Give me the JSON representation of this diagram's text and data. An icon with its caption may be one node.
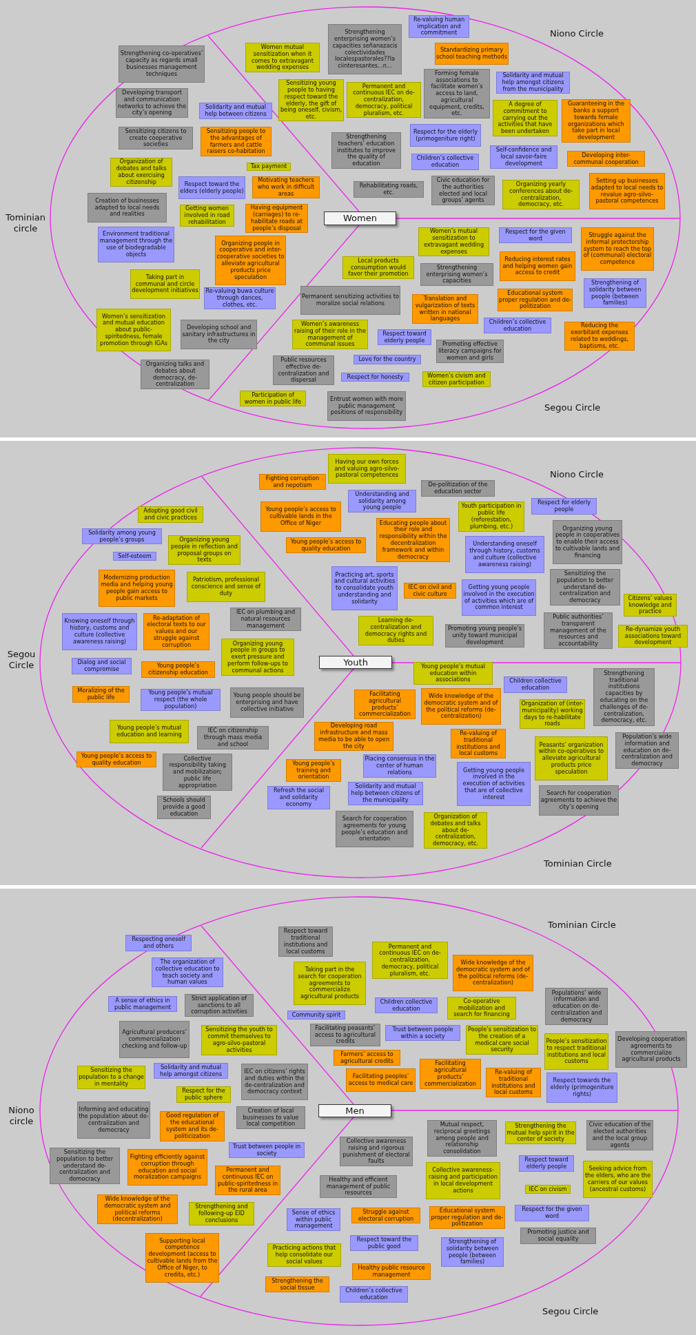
{
  "diagram": {
    "nodes": [
      {
        "text": [
          "Women"
        ]
      },
      {
        "text": [
          "Strengthening co-operatives’ capacity as regards small businesses management techniques"
        ]
      },
      {
        "text": [
          "Women mutual sensitization when it comes to extravagant wedding expenses"
        ]
      },
      {
        "text": [
          "Strengthening enterprising women’s capacities señanazacis colectividades localespastorales??la ciinteresantes...n..."
        ]
      },
      {
        "text": [
          "Re-valuing human implication and commitment"
        ]
      },
      {
        "text": [
          "Standardizing primary school teaching methods"
        ]
      },
      {
        "text": [
          "Developing transport and communication networks to achieve the city’s opening"
        ]
      },
      {
        "text": [
          "Sensitizing young people to having respect toward the elderly, the gift of being oneself, civism, etc."
        ]
      },
      {
        "text": [
          "Permanent and continuous IEC on de-centralization, democracy, political pluralism, etc."
        ]
      },
      {
        "text": [
          "Forming female associations to facilitate women’s access to land, agricultural equipment, credits, etc."
        ]
      },
      {
        "text": [
          "Solidarity and mutual help amongst citizens from the municipality"
        ]
      },
      {
        "text": [
          "Solidarity and mutual help between citizens"
        ]
      },
      {
        "text": [
          "A degree of commitment to carrying out the activities that have been undertaken"
        ]
      },
      {
        "text": [
          "Guaranteeing in the banks a support towards female organizations which take part in local development"
        ]
      },
      {
        "text": [
          "Sensitizing citizens to create cooperative societies"
        ]
      },
      {
        "text": [
          "Sensitizing people to the advantages of farmers and cattle raisers co-habitation"
        ]
      },
      {
        "text": [
          "Strengthening teachers’ education institutes to improve the quality of education"
        ]
      },
      {
        "text": [
          "Respect for the elderly (primogeniture right)"
        ]
      },
      {
        "text": [
          "Children’s collective education"
        ]
      },
      {
        "text": [
          "Self-confidence and local savoir-faire development"
        ]
      },
      {
        "text": [
          "Developing inter-communal cooperation"
        ]
      },
      {
        "text": [
          "Organization of debates and talks about exercising citizenship"
        ]
      },
      {
        "text": [
          "Tax payment"
        ]
      },
      {
        "text": [
          "Respect toward the elders (elderly people)"
        ]
      },
      {
        "text": [
          "Motivating teachers who work in difficult areas"
        ]
      },
      {
        "text": [
          "Rehabilitating roads, etc."
        ]
      },
      {
        "text": [
          "Civic education for the authorities elected and local groups’ agents"
        ]
      },
      {
        "text": [
          "Organizing yearly conferences about de-centralization, democracy, etc."
        ]
      },
      {
        "text": [
          "Setting up businesses adapted to local needs to revalue agro-silvo-pastoral competences"
        ]
      },
      {
        "text": [
          "Creation of businesses adapted to local needs and realities"
        ]
      },
      {
        "text": [
          "Getting women involved in road rehabilitation"
        ]
      },
      {
        "text": [
          "Having equipment (carriages) to re-habilitate roads at people’s disposal"
        ]
      },
      {
        "text": [
          "Environment traditional management through the use of biodegradable objects"
        ]
      },
      {
        "text": [
          "Organizing people in cooperative and inter-cooperative societies to alleviate agricultural products price speculation"
        ]
      },
      {
        "text": [
          "Women’s mutual sensitization to extravagant wedding expenses"
        ]
      },
      {
        "text": [
          "Respect for the given word"
        ]
      },
      {
        "text": [
          "Struggle against the informal protectorship system to reach the top of (communal) electoral competence"
        ]
      },
      {
        "text": [
          "Local products consumption would favor their promotion"
        ]
      },
      {
        "text": [
          "Reducing interest rates and helping women gain access to credit"
        ]
      },
      {
        "text": [
          "Strengthening enterprising women’s capacities"
        ]
      },
      {
        "text": [
          "Taking part in communal and circle development initiatives"
        ]
      },
      {
        "text": [
          "Strengthening of solidarity between people (between families)"
        ]
      },
      {
        "text": [
          "Permanent sensitizing activities to moralize social relations"
        ]
      },
      {
        "text": [
          "Re-valuing buwa culture through dances, clothes, etc."
        ]
      },
      {
        "text": [
          "Educational system proper regulation and de-politization"
        ]
      },
      {
        "text": [
          "Translation and vulgarization of texts written in national languages"
        ]
      },
      {
        "text": [
          "Women’s sensitization and mutual education about public-spiritedness, female promotion through IGAs"
        ]
      },
      {
        "text": [
          "Children’s collective education"
        ]
      },
      {
        "text": [
          "Women’s awareness raising of their role in the management of communal issues"
        ]
      },
      {
        "text": [
          "Developing school and sanitary infrastructures in the city"
        ]
      },
      {
        "text": [
          "Reducing the exorbitant expenses related to weddings, baptisms, etc."
        ]
      },
      {
        "text": [
          "Respect toward elderly people"
        ]
      },
      {
        "text": [
          "Promoting effective literacy campaigns for women and girls"
        ]
      },
      {
        "text": [
          "Love for the country"
        ]
      },
      {
        "text": [
          "Public resources effective de-centralization and dispersal"
        ]
      },
      {
        "text": [
          "Organizing talks and debates about democracy, de-centralization"
        ]
      },
      {
        "text": [
          "Respect for honesty"
        ]
      },
      {
        "text": [
          "Women’s civism and citizen participation"
        ]
      },
      {
        "text": [
          "Participation of women in public life"
        ]
      },
      {
        "text": [
          "Entrust women with more public management positions of responsibility"
        ]
      },
      {
        "text": [
          "Youth"
        ]
      },
      {
        "text": [
          "Having our own forces and valuing agro-silvo-pastoral competences"
        ]
      },
      {
        "text": [
          "Fighting corruption and nepotism"
        ]
      },
      {
        "text": [
          "De-politization of the education sector"
        ]
      },
      {
        "text": [
          "Understanding and solidarity among young people"
        ]
      },
      {
        "text": [
          "Young people’s access to cultivable lands in the Office of Niger"
        ]
      },
      {
        "text": [
          "Youth participation in public life (reforestation, plumbing, etc.)"
        ]
      },
      {
        "text": [
          "Respect for elderly people"
        ]
      },
      {
        "text": [
          "Adopting good civil and civic practices"
        ]
      },
      {
        "text": [
          "Educating people about their role and responsibility within the decentralization framework and within democracy"
        ]
      },
      {
        "text": [
          "Organizing young people in cooperatives to enable their access to cultivable lands and financing"
        ]
      },
      {
        "text": [
          "Solidarity among young people’s groups"
        ]
      },
      {
        "text": [
          "Organizing young people in reflection and proposal groups on texts"
        ]
      },
      {
        "text": [
          "Young people’s access to quality education"
        ]
      },
      {
        "text": [
          "Understanding oneself through history, customs and culture (collective awareness raising)"
        ]
      },
      {
        "text": [
          "Self-esteem"
        ]
      },
      {
        "text": [
          "Practicing art, sports and cultural activities to consolidate youth understanding and solidarity"
        ]
      },
      {
        "text": [
          "Sensitizing the population to better understand de-centralization and democracy"
        ]
      },
      {
        "text": [
          "Modernizing production media and helping young people gain access to public markets"
        ]
      },
      {
        "text": [
          "Patriotism, professional conscience and sense of duty"
        ]
      },
      {
        "text": [
          "Getting young people involved in the execution of activities which are of common interest"
        ]
      },
      {
        "text": [
          "IEC on civil and civic culture"
        ]
      },
      {
        "text": [
          "Citizens’ values knowledge and practice"
        ]
      },
      {
        "text": [
          "IEC on plumbing and natural resources management"
        ]
      },
      {
        "text": [
          "Knowing oneself through history, customs and culture (collective awareness raising)"
        ]
      },
      {
        "text": [
          "Re-adaptation of electoral texts to our values and our struggle against corruption"
        ]
      },
      {
        "text": [
          "Public authorities’ transparent management of the resources and accountability"
        ]
      },
      {
        "text": [
          "Learning de-centralization and democracy rights and duties"
        ]
      },
      {
        "text": [
          "Promoting young people’s unity toward municipal development"
        ]
      },
      {
        "text": [
          "Re-dynamize youth associations toward development"
        ]
      },
      {
        "text": [
          "Organizing young people in groups to exert pressure and perform follow-ups to communal actions"
        ]
      },
      {
        "text": [
          "Dialog and social compromise"
        ]
      },
      {
        "text": [
          "Young people’s citizenship education"
        ]
      },
      {
        "text": [
          "Young people’s mutual education within associations"
        ]
      },
      {
        "text": [
          "Strengthening traditional institutions capacities by educating on the challenges of de-centralization, democracy, etc."
        ]
      },
      {
        "text": [
          "Children collective education"
        ]
      },
      {
        "text": [
          "Moralizing of the public life"
        ]
      },
      {
        "text": [
          "Young people’s mutual respect (the whole population)"
        ]
      },
      {
        "text": [
          "Young people should be enterprising and have collective initiative"
        ]
      },
      {
        "text": [
          "Wide knowledge of the democratic system and of the political reforms (de-centralization)"
        ]
      },
      {
        "text": [
          "Facilitating agricultural products’ commercialization"
        ]
      },
      {
        "text": [
          "Organization of (inter-municipality) working days to re-habilitate roads"
        ]
      },
      {
        "text": [
          "Young people’s mutual education and learning"
        ]
      },
      {
        "text": [
          "Developing road infrastructure and mass media to be able to open the city"
        ]
      },
      {
        "text": [
          "IEC on citizenship through mass media and school"
        ]
      },
      {
        "text": [
          "Re-valuing of traditional institutions and local customs"
        ]
      },
      {
        "text": [
          "Population’s wide information and education on de-centralization and democracy"
        ]
      },
      {
        "text": [
          "Peasants’ organization within co-operatives to alleviate agricultural products price speculation"
        ]
      },
      {
        "text": [
          "Young people’s access to quality education"
        ]
      },
      {
        "text": [
          "Collective responsibility taking and mobilization; public life appropriation"
        ]
      },
      {
        "text": [
          "Placing consensus in the center of human relations"
        ]
      },
      {
        "text": [
          "Young people’s training and orientation"
        ]
      },
      {
        "text": [
          "Getting young people involved in the execution of activities that are of collective interest"
        ]
      },
      {
        "text": [
          "Solidarity and mutual help between citizens of the municipality"
        ]
      },
      {
        "text": [
          "Search for cooperation agreements to achieve the city’s opening"
        ]
      },
      {
        "text": [
          "Refresh the social and solidarity economy"
        ]
      },
      {
        "text": [
          "Schools should provide a good education"
        ]
      },
      {
        "text": [
          "Search for cooperation agreements for young people’s education and orientation"
        ]
      },
      {
        "text": [
          "Organization of debates and talks about de-centralization, democracy, etc."
        ]
      },
      {
        "text": [
          "Men"
        ]
      },
      {
        "text": [
          "Respect toward traditional institutions and local customs"
        ]
      },
      {
        "text": [
          "Respecting oneself and others"
        ]
      },
      {
        "text": [
          "Permanent and continuous IEC on de-centralization, democracy, political pluralism, etc."
        ]
      },
      {
        "text": [
          "Wide knowledge of the democratic system and of the political reforms (de-centralization)"
        ]
      },
      {
        "text": [
          "The organization of collective education to teach society and human values"
        ]
      },
      {
        "text": [
          "Taking part in the search for cooperation agreements to commercialize agricultural products"
        ]
      },
      {
        "text": [
          "Populations’ wide information and education on de-centralization and democracy"
        ]
      },
      {
        "text": [
          "Strict application of sanctions to all corruption activities"
        ]
      },
      {
        "text": [
          "A sense of ethics in public management"
        ]
      },
      {
        "text": [
          "Children collective education"
        ]
      },
      {
        "text": [
          "Co-operative mobilization and search for financing"
        ]
      },
      {
        "text": [
          "Community spirit"
        ]
      },
      {
        "text": [
          "Agricultural producers’ commercialization checking and follow-up"
        ]
      },
      {
        "text": [
          "Facilitating peasants’ access to agricultural credits"
        ]
      },
      {
        "text": [
          "Sensitizing the youth to commit themselves to agro-silvo-pastoral activities"
        ]
      },
      {
        "text": [
          "Trust between people within a society"
        ]
      },
      {
        "text": [
          "People’s sensitization to the creation of a medical care social security"
        ]
      },
      {
        "text": [
          "Developing cooperation agreements to commercialize agricultural products"
        ]
      },
      {
        "text": [
          "People’s sensitization to respect traditional institutions and local customs"
        ]
      },
      {
        "text": [
          "Farmers’ access to agricultural credits"
        ]
      },
      {
        "text": [
          "Facilitating agricultural products’ commercialization"
        ]
      },
      {
        "text": [
          "Solidarity and mutual help amongst citizens"
        ]
      },
      {
        "text": [
          "IEC on citizens’ rights and duties within the de-centralization and democracy context"
        ]
      },
      {
        "text": [
          "Sensitizing the population to a change in mentality"
        ]
      },
      {
        "text": [
          "Re-valuing of traditional institutions and local customs"
        ]
      },
      {
        "text": [
          "Facilitating peoples’ access to medical care"
        ]
      },
      {
        "text": [
          "Respect towards the elderly (primogeniture rights)"
        ]
      },
      {
        "text": [
          "Respect for the public sphere"
        ]
      },
      {
        "text": [
          "Informing and educating the population about de-centralization and democracy"
        ]
      },
      {
        "text": [
          "Creation of local businesses to value local competition"
        ]
      },
      {
        "text": [
          "Good regulation of the educational system and its de-politicization"
        ]
      },
      {
        "text": [
          "Mutual respect, reciprocal greetings among people and relationship consolidation"
        ]
      },
      {
        "text": [
          "Strengthening the mutual help spirit in the center of society"
        ]
      },
      {
        "text": [
          "Civic education of the elected authorities and the local group agents"
        ]
      },
      {
        "text": [
          "Collective awareness raising and rigorous punishment of electoral faults"
        ]
      },
      {
        "text": [
          "Trust between people in society"
        ]
      },
      {
        "text": [
          "Sensitizing the population to better understand de-centralization and democracy"
        ]
      },
      {
        "text": [
          "Fighting efficiently against corruption through education and social moralization campaigns"
        ]
      },
      {
        "text": [
          "Respect toward elderly people"
        ]
      },
      {
        "text": [
          "Seeking advice from the elders, who are the carriers of our values (ancestral customs)"
        ]
      },
      {
        "text": [
          "Collective awareness-raising and participation in local development actions"
        ]
      },
      {
        "text": [
          "Permanent and continuous IEC on public-spiritedness in the rural area"
        ]
      },
      {
        "text": [
          "Healthy and efficient management of public resources"
        ]
      },
      {
        "text": [
          "IEC on civism"
        ]
      },
      {
        "text": [
          "Wide knowledge of the democratic system and political reforms (decentralization)"
        ]
      },
      {
        "text": [
          "Strengthening and following-up EID conclusions"
        ]
      },
      {
        "text": [
          "Respect for the given word"
        ]
      },
      {
        "text": [
          "Educational system proper regulation and de-politization"
        ]
      },
      {
        "text": [
          "Struggle against electoral corruption"
        ]
      },
      {
        "text": [
          "Sense of ethics within public management"
        ]
      },
      {
        "text": [
          "Promoting justice and social equality"
        ]
      },
      {
        "text": [
          "Supporting local competence development (access to cultivable lands from the Office of Niger, to credits, etc.)"
        ]
      },
      {
        "text": [
          "Respect toward the public good"
        ]
      },
      {
        "text": [
          "Strengthening of solidarity between people (between families)"
        ]
      },
      {
        "text": [
          "Practicing actions that help consolidate our social values"
        ]
      },
      {
        "text": [
          "Healthy public resource management"
        ]
      },
      {
        "text": [
          "Strengthening the social tissue"
        ]
      },
      {
        "text": [
          "Children’s collective education"
        ]
      }
    ],
    "labels": [
      "Niono Circle",
      "Tominian circle",
      "Segou Circle",
      "Niono Circle",
      "Segou Circle",
      "Tominian Circle",
      "Tominian Circle",
      "Niono circle",
      "Segou Circle"
    ]
  }
}
